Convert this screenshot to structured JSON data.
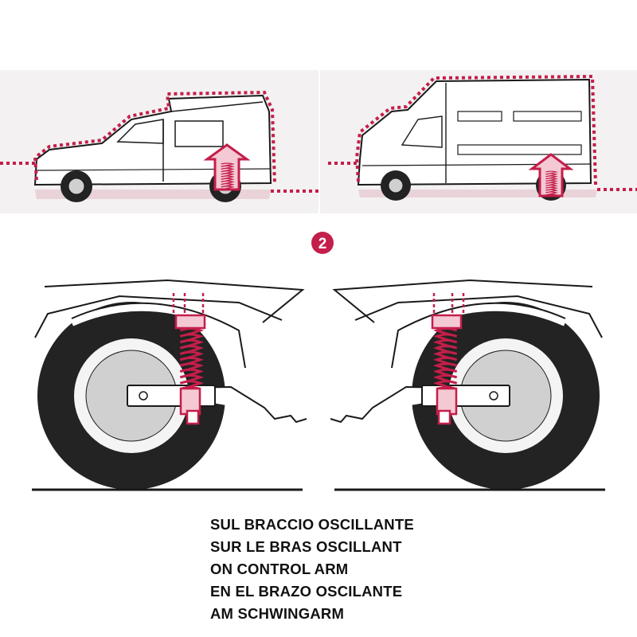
{
  "step_number": "2",
  "captions": [
    "SUL BRACCIO OSCILLANTE",
    "SUR LE BRAS OSCILLANT",
    "ON CONTROL ARM",
    "EN EL BRAZO OSCILANTE",
    "AM SCHWINGARM"
  ],
  "colors": {
    "accent": "#c41e4a",
    "line": "#1a1a1a",
    "panel": "#f3f1f1",
    "tyre": "#232323",
    "rim": "#f4f4f4",
    "hub": "#d0d0d0",
    "spring_fill": "#f4c9d3"
  },
  "icons": {
    "lift": "arrow-up-with-spring-icon",
    "step": "numbered-circle-icon"
  }
}
